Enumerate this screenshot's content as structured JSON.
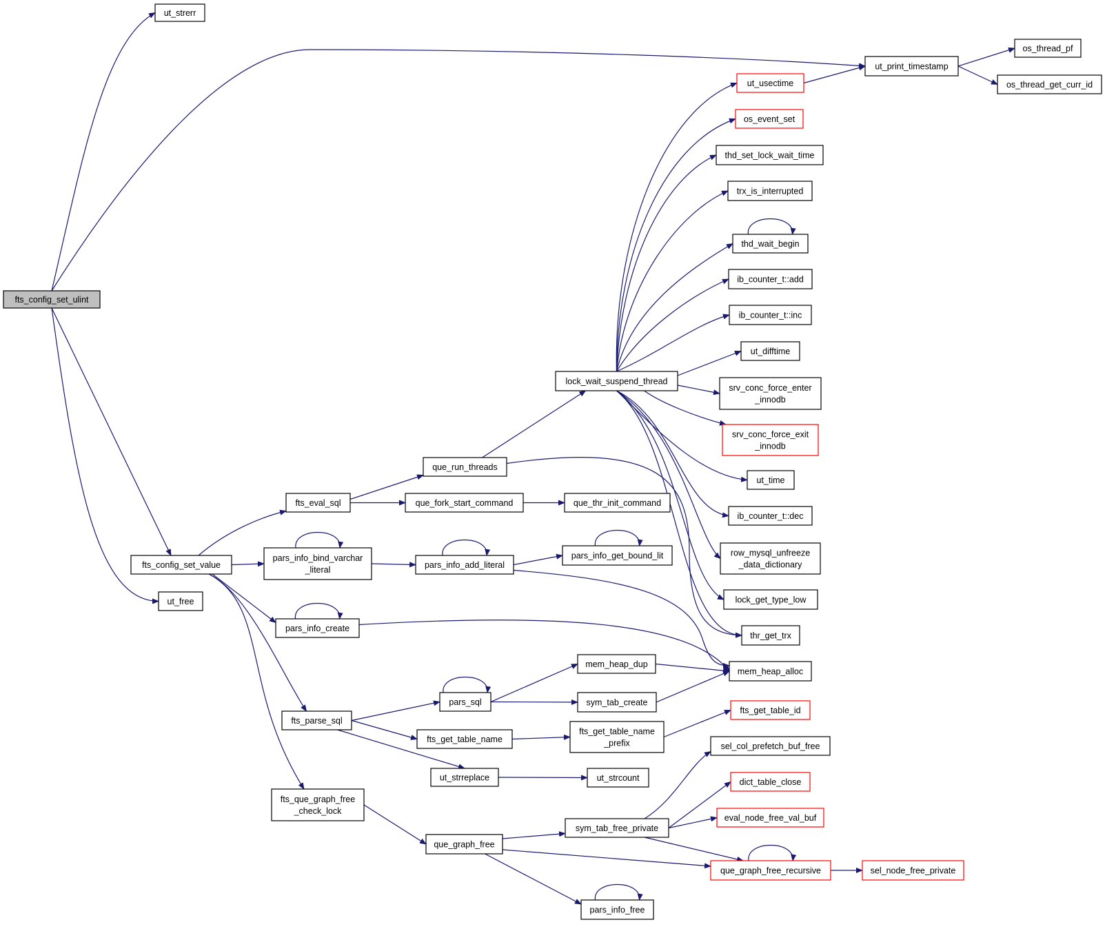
{
  "colors": {
    "edge": "#191970",
    "border": "#000000",
    "border_truncated": "#ff0000",
    "root_fill": "#bfbfbf"
  },
  "nodes": [
    {
      "id": "root",
      "lines": [
        "fts_config_set_ulint"
      ],
      "style": "root"
    },
    {
      "id": "ut_strerr",
      "lines": [
        "ut_strerr"
      ],
      "style": "normal"
    },
    {
      "id": "ut_print_timestamp",
      "lines": [
        "ut_print_timestamp"
      ],
      "style": "normal"
    },
    {
      "id": "os_thread_pf",
      "lines": [
        "os_thread_pf"
      ],
      "style": "normal"
    },
    {
      "id": "os_thread_get_curr_id",
      "lines": [
        "os_thread_get_curr_id"
      ],
      "style": "normal"
    },
    {
      "id": "ut_usectime",
      "lines": [
        "ut_usectime"
      ],
      "style": "truncated"
    },
    {
      "id": "os_event_set",
      "lines": [
        "os_event_set"
      ],
      "style": "truncated"
    },
    {
      "id": "thd_set_lock_wait_time",
      "lines": [
        "thd_set_lock_wait_time"
      ],
      "style": "normal"
    },
    {
      "id": "trx_is_interrupted",
      "lines": [
        "trx_is_interrupted"
      ],
      "style": "normal"
    },
    {
      "id": "thd_wait_begin",
      "lines": [
        "thd_wait_begin"
      ],
      "style": "normal"
    },
    {
      "id": "ib_counter_add",
      "lines": [
        "ib_counter_t::add"
      ],
      "style": "normal"
    },
    {
      "id": "ib_counter_inc",
      "lines": [
        "ib_counter_t::inc"
      ],
      "style": "normal"
    },
    {
      "id": "ut_difftime",
      "lines": [
        "ut_difftime"
      ],
      "style": "normal"
    },
    {
      "id": "srv_conc_force_enter",
      "lines": [
        "srv_conc_force_enter",
        "_innodb"
      ],
      "style": "normal"
    },
    {
      "id": "srv_conc_force_exit",
      "lines": [
        "srv_conc_force_exit",
        "_innodb"
      ],
      "style": "truncated"
    },
    {
      "id": "ut_time",
      "lines": [
        "ut_time"
      ],
      "style": "normal"
    },
    {
      "id": "ib_counter_dec",
      "lines": [
        "ib_counter_t::dec"
      ],
      "style": "normal"
    },
    {
      "id": "row_mysql_unfreeze",
      "lines": [
        "row_mysql_unfreeze",
        "_data_dictionary"
      ],
      "style": "normal"
    },
    {
      "id": "lock_get_type_low",
      "lines": [
        "lock_get_type_low"
      ],
      "style": "normal"
    },
    {
      "id": "thr_get_trx",
      "lines": [
        "thr_get_trx"
      ],
      "style": "normal"
    },
    {
      "id": "mem_heap_alloc",
      "lines": [
        "mem_heap_alloc"
      ],
      "style": "normal"
    },
    {
      "id": "fts_get_table_id",
      "lines": [
        "fts_get_table_id"
      ],
      "style": "truncated"
    },
    {
      "id": "sel_col_prefetch_buf_free",
      "lines": [
        "sel_col_prefetch_buf_free"
      ],
      "style": "normal"
    },
    {
      "id": "dict_table_close",
      "lines": [
        "dict_table_close"
      ],
      "style": "truncated"
    },
    {
      "id": "eval_node_free_val_buf",
      "lines": [
        "eval_node_free_val_buf"
      ],
      "style": "truncated"
    },
    {
      "id": "que_graph_free_recursive",
      "lines": [
        "que_graph_free_recursive"
      ],
      "style": "truncated"
    },
    {
      "id": "sel_node_free_private",
      "lines": [
        "sel_node_free_private"
      ],
      "style": "truncated"
    },
    {
      "id": "lock_wait_suspend_thread",
      "lines": [
        "lock_wait_suspend_thread"
      ],
      "style": "normal"
    },
    {
      "id": "que_run_threads",
      "lines": [
        "que_run_threads"
      ],
      "style": "normal"
    },
    {
      "id": "fts_eval_sql",
      "lines": [
        "fts_eval_sql"
      ],
      "style": "normal"
    },
    {
      "id": "que_fork_start_command",
      "lines": [
        "que_fork_start_command"
      ],
      "style": "normal"
    },
    {
      "id": "que_thr_init_command",
      "lines": [
        "que_thr_init_command"
      ],
      "style": "normal"
    },
    {
      "id": "fts_config_set_value",
      "lines": [
        "fts_config_set_value"
      ],
      "style": "normal"
    },
    {
      "id": "pars_info_bind_varchar",
      "lines": [
        "pars_info_bind_varchar",
        "_literal"
      ],
      "style": "normal"
    },
    {
      "id": "pars_info_add_literal",
      "lines": [
        "pars_info_add_literal"
      ],
      "style": "normal"
    },
    {
      "id": "pars_info_get_bound_lit",
      "lines": [
        "pars_info_get_bound_lit"
      ],
      "style": "normal"
    },
    {
      "id": "ut_free",
      "lines": [
        "ut_free"
      ],
      "style": "normal"
    },
    {
      "id": "pars_info_create",
      "lines": [
        "pars_info_create"
      ],
      "style": "normal"
    },
    {
      "id": "mem_heap_dup",
      "lines": [
        "mem_heap_dup"
      ],
      "style": "normal"
    },
    {
      "id": "pars_sql",
      "lines": [
        "pars_sql"
      ],
      "style": "normal"
    },
    {
      "id": "sym_tab_create",
      "lines": [
        "sym_tab_create"
      ],
      "style": "normal"
    },
    {
      "id": "fts_parse_sql",
      "lines": [
        "fts_parse_sql"
      ],
      "style": "normal"
    },
    {
      "id": "fts_get_table_name",
      "lines": [
        "fts_get_table_name"
      ],
      "style": "normal"
    },
    {
      "id": "fts_get_table_name_prefix",
      "lines": [
        "fts_get_table_name",
        "_prefix"
      ],
      "style": "normal"
    },
    {
      "id": "ut_strreplace",
      "lines": [
        "ut_strreplace"
      ],
      "style": "normal"
    },
    {
      "id": "ut_strcount",
      "lines": [
        "ut_strcount"
      ],
      "style": "normal"
    },
    {
      "id": "fts_que_graph_free",
      "lines": [
        "fts_que_graph_free",
        "_check_lock"
      ],
      "style": "normal"
    },
    {
      "id": "que_graph_free",
      "lines": [
        "que_graph_free"
      ],
      "style": "normal"
    },
    {
      "id": "sym_tab_free_private",
      "lines": [
        "sym_tab_free_private"
      ],
      "style": "normal"
    },
    {
      "id": "pars_info_free",
      "lines": [
        "pars_info_free"
      ],
      "style": "normal"
    }
  ],
  "edges": [
    [
      "root",
      "ut_strerr"
    ],
    [
      "root",
      "ut_print_timestamp"
    ],
    [
      "root",
      "fts_config_set_value"
    ],
    [
      "root",
      "ut_free"
    ],
    [
      "ut_print_timestamp",
      "os_thread_pf"
    ],
    [
      "ut_print_timestamp",
      "os_thread_get_curr_id"
    ],
    [
      "ut_usectime",
      "ut_print_timestamp"
    ],
    [
      "lock_wait_suspend_thread",
      "ut_usectime"
    ],
    [
      "lock_wait_suspend_thread",
      "os_event_set"
    ],
    [
      "lock_wait_suspend_thread",
      "thd_set_lock_wait_time"
    ],
    [
      "lock_wait_suspend_thread",
      "trx_is_interrupted"
    ],
    [
      "lock_wait_suspend_thread",
      "thd_wait_begin"
    ],
    [
      "thd_wait_begin",
      "thd_wait_begin"
    ],
    [
      "lock_wait_suspend_thread",
      "ib_counter_add"
    ],
    [
      "lock_wait_suspend_thread",
      "ib_counter_inc"
    ],
    [
      "lock_wait_suspend_thread",
      "ut_difftime"
    ],
    [
      "lock_wait_suspend_thread",
      "srv_conc_force_enter"
    ],
    [
      "lock_wait_suspend_thread",
      "srv_conc_force_exit"
    ],
    [
      "lock_wait_suspend_thread",
      "ut_time"
    ],
    [
      "lock_wait_suspend_thread",
      "ib_counter_dec"
    ],
    [
      "lock_wait_suspend_thread",
      "row_mysql_unfreeze"
    ],
    [
      "lock_wait_suspend_thread",
      "lock_get_type_low"
    ],
    [
      "lock_wait_suspend_thread",
      "thr_get_trx"
    ],
    [
      "que_run_threads",
      "lock_wait_suspend_thread"
    ],
    [
      "que_run_threads",
      "thr_get_trx"
    ],
    [
      "fts_eval_sql",
      "que_run_threads"
    ],
    [
      "fts_eval_sql",
      "que_fork_start_command"
    ],
    [
      "que_fork_start_command",
      "que_thr_init_command"
    ],
    [
      "fts_config_set_value",
      "fts_eval_sql"
    ],
    [
      "fts_config_set_value",
      "pars_info_bind_varchar"
    ],
    [
      "fts_config_set_value",
      "pars_info_create"
    ],
    [
      "fts_config_set_value",
      "fts_parse_sql"
    ],
    [
      "fts_config_set_value",
      "fts_que_graph_free"
    ],
    [
      "pars_info_bind_varchar",
      "pars_info_bind_varchar"
    ],
    [
      "pars_info_bind_varchar",
      "pars_info_add_literal"
    ],
    [
      "pars_info_add_literal",
      "pars_info_add_literal"
    ],
    [
      "pars_info_add_literal",
      "pars_info_get_bound_lit"
    ],
    [
      "pars_info_add_literal",
      "mem_heap_alloc"
    ],
    [
      "pars_info_get_bound_lit",
      "pars_info_get_bound_lit"
    ],
    [
      "pars_info_create",
      "pars_info_create"
    ],
    [
      "pars_info_create",
      "mem_heap_alloc"
    ],
    [
      "fts_parse_sql",
      "pars_sql"
    ],
    [
      "fts_parse_sql",
      "fts_get_table_name"
    ],
    [
      "fts_parse_sql",
      "ut_strreplace"
    ],
    [
      "pars_sql",
      "pars_sql"
    ],
    [
      "pars_sql",
      "mem_heap_dup"
    ],
    [
      "pars_sql",
      "sym_tab_create"
    ],
    [
      "mem_heap_dup",
      "mem_heap_alloc"
    ],
    [
      "sym_tab_create",
      "mem_heap_alloc"
    ],
    [
      "fts_get_table_name",
      "fts_get_table_name_prefix"
    ],
    [
      "fts_get_table_name_prefix",
      "fts_get_table_id"
    ],
    [
      "ut_strreplace",
      "ut_strcount"
    ],
    [
      "fts_que_graph_free",
      "que_graph_free"
    ],
    [
      "que_graph_free",
      "sym_tab_free_private"
    ],
    [
      "que_graph_free",
      "que_graph_free_recursive"
    ],
    [
      "que_graph_free",
      "pars_info_free"
    ],
    [
      "pars_info_free",
      "pars_info_free"
    ],
    [
      "sym_tab_free_private",
      "sel_col_prefetch_buf_free"
    ],
    [
      "sym_tab_free_private",
      "dict_table_close"
    ],
    [
      "sym_tab_free_private",
      "eval_node_free_val_buf"
    ],
    [
      "sym_tab_free_private",
      "que_graph_free_recursive"
    ],
    [
      "que_graph_free_recursive",
      "que_graph_free_recursive"
    ],
    [
      "que_graph_free_recursive",
      "sel_node_free_private"
    ]
  ]
}
